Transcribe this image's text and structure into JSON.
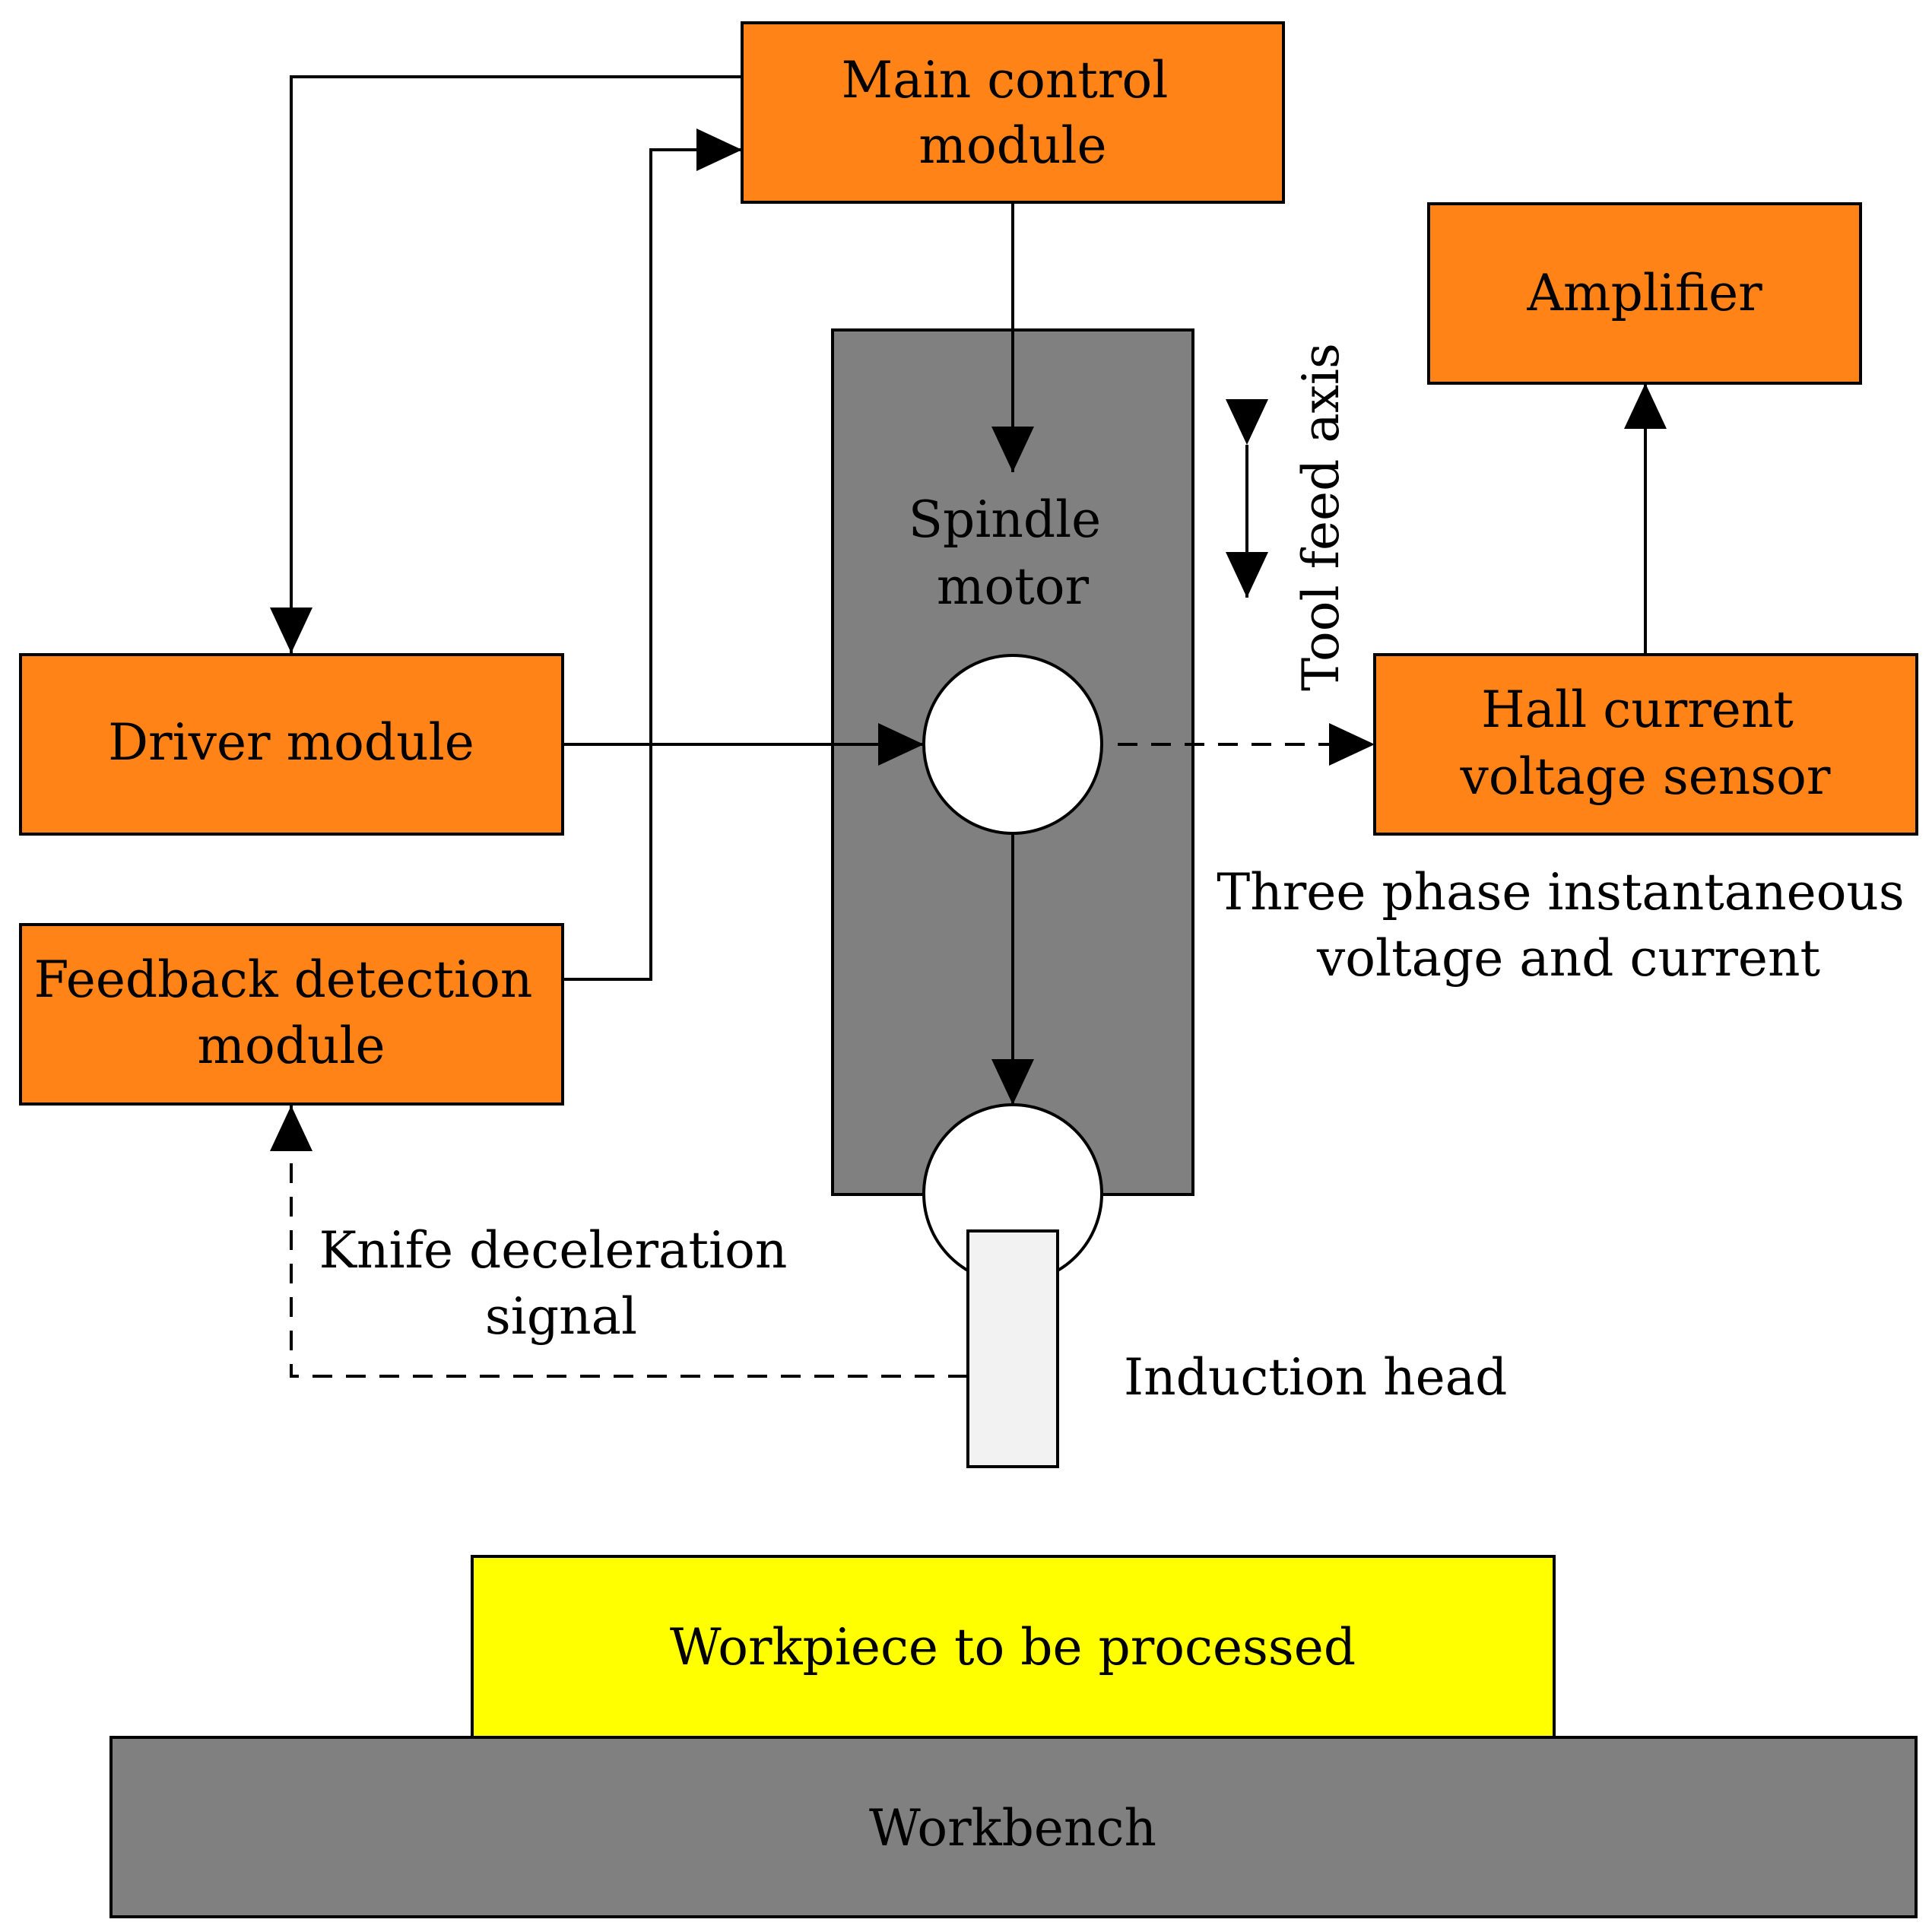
{
  "colors": {
    "module": "#ff8316",
    "spindle_body": "#808080",
    "workpiece": "#ffff00",
    "workbench": "#808080",
    "induction_head": "#f2f2f2",
    "line": "#000000",
    "background": "#ffffff"
  },
  "blocks": {
    "main_control": [
      "Main control",
      "module"
    ],
    "amplifier": [
      "Amplifier"
    ],
    "driver": [
      "Driver module"
    ],
    "feedback": [
      "Feedback detection",
      "module"
    ],
    "hall_sensor": [
      "Hall current",
      "voltage sensor"
    ],
    "workpiece": [
      "Workpiece to be processed"
    ],
    "workbench": [
      "Workbench"
    ]
  },
  "labels": {
    "spindle_motor": [
      "Spindle",
      "motor"
    ],
    "tool_feed_axis": "Tool feed axis",
    "three_phase": [
      "Three phase instantaneous",
      "voltage and current"
    ],
    "knife_signal": [
      "Knife deceleration",
      "signal"
    ],
    "induction_head": "Induction head"
  }
}
